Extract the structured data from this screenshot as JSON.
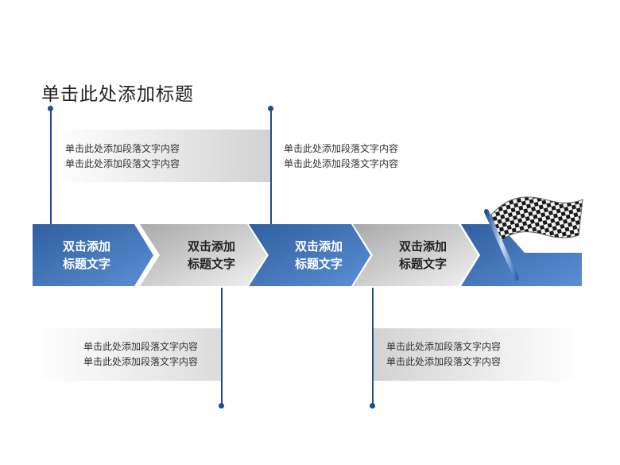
{
  "title": "单击此处添加标题",
  "steps": [
    {
      "line1": "双击添加",
      "line2": "标题文字",
      "style": "blue"
    },
    {
      "line1": "双击添加",
      "line2": "标题文字",
      "style": "gray"
    },
    {
      "line1": "双击添加",
      "line2": "标题文字",
      "style": "blue"
    },
    {
      "line1": "双击添加",
      "line2": "标题文字",
      "style": "gray"
    }
  ],
  "notes": [
    {
      "line1": "单击此处添加段落文字内容",
      "line2": "单击此处添加段落文字内容"
    },
    {
      "line1": "单击此处添加段落文字内容",
      "line2": "单击此处添加段落文字内容"
    },
    {
      "line1": "单击此处添加段落文字内容",
      "line2": "单击此处添加段落文字内容"
    },
    {
      "line1": "单击此处添加段落文字内容",
      "line2": "单击此处添加段落文字内容"
    }
  ],
  "end_icon": "checkered-flag-icon",
  "colors": {
    "blue_dark": "#2f5f9e",
    "blue_light": "#5b8fd4",
    "gray_dark": "#a9a9a9",
    "gray_light": "#f2f2f2",
    "connector": "#1f4e8c"
  }
}
